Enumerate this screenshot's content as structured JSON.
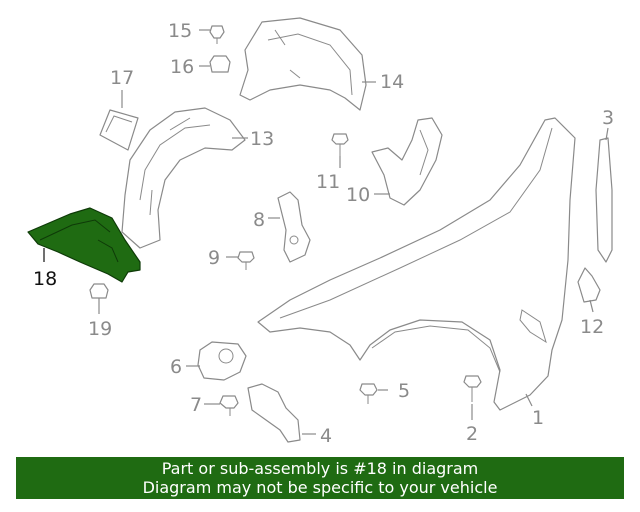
{
  "callouts": {
    "c1": "1",
    "c2": "2",
    "c3": "3",
    "c4": "4",
    "c5": "5",
    "c6": "6",
    "c7": "7",
    "c8": "8",
    "c9": "9",
    "c10": "10",
    "c11": "11",
    "c12": "12",
    "c13": "13",
    "c14": "14",
    "c15": "15",
    "c16": "16",
    "c17": "17",
    "c18": "18",
    "c19": "19"
  },
  "highlight": {
    "part": "18",
    "color": "#1f6b12"
  },
  "banner": {
    "line1": "Part or sub-assembly is #18 in diagram",
    "line2": "Diagram may not be specific to your vehicle",
    "background": "#1f6b12"
  }
}
